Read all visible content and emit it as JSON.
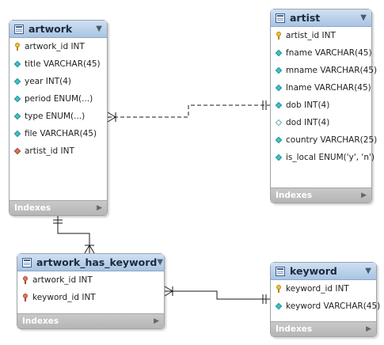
{
  "tables": {
    "artwork": {
      "name": "artwork",
      "columns": [
        {
          "label": "artwork_id INT",
          "icon": "primary-key-icon"
        },
        {
          "label": "title VARCHAR(45)",
          "icon": "not-null-column-icon"
        },
        {
          "label": "year INT(4)",
          "icon": "not-null-column-icon"
        },
        {
          "label": "period ENUM(...)",
          "icon": "not-null-column-icon"
        },
        {
          "label": "type ENUM(...)",
          "icon": "not-null-column-icon"
        },
        {
          "label": "file VARCHAR(45)",
          "icon": "not-null-column-icon"
        },
        {
          "label": "artist_id INT",
          "icon": "foreign-key-column-icon"
        }
      ],
      "footer": "Indexes"
    },
    "artist": {
      "name": "artist",
      "columns": [
        {
          "label": "artist_id INT",
          "icon": "primary-key-icon"
        },
        {
          "label": "fname VARCHAR(45)",
          "icon": "not-null-column-icon"
        },
        {
          "label": "mname VARCHAR(45)",
          "icon": "not-null-column-icon"
        },
        {
          "label": "lname VARCHAR(45)",
          "icon": "not-null-column-icon"
        },
        {
          "label": "dob INT(4)",
          "icon": "not-null-column-icon"
        },
        {
          "label": "dod INT(4)",
          "icon": "nullable-column-icon"
        },
        {
          "label": "country VARCHAR(25)",
          "icon": "not-null-column-icon"
        },
        {
          "label": "is_local ENUM('y', 'n')",
          "icon": "not-null-column-icon"
        }
      ],
      "footer": "Indexes"
    },
    "artwork_has_keyword": {
      "name": "artwork_has_keyword",
      "columns": [
        {
          "label": "artwork_id INT",
          "icon": "primary-foreign-key-icon"
        },
        {
          "label": "keyword_id INT",
          "icon": "primary-foreign-key-icon"
        }
      ],
      "footer": "Indexes"
    },
    "keyword": {
      "name": "keyword",
      "columns": [
        {
          "label": "keyword_id INT",
          "icon": "primary-key-icon"
        },
        {
          "label": "keyword VARCHAR(45)",
          "icon": "not-null-column-icon"
        }
      ],
      "footer": "Indexes"
    }
  },
  "relationships": [
    {
      "from": "artwork",
      "to": "artist",
      "from_end": "one-or-many",
      "to_end": "exactly-one",
      "style": "dashed"
    },
    {
      "from": "artwork",
      "to": "artwork_has_keyword",
      "from_end": "exactly-one",
      "to_end": "one-or-many",
      "style": "solid"
    },
    {
      "from": "artwork_has_keyword",
      "to": "keyword",
      "from_end": "one-or-many",
      "to_end": "exactly-one",
      "style": "solid"
    }
  ],
  "colors": {
    "header": "#b8cfea",
    "footer": "#bdbdbd",
    "border": "#9aa3ad",
    "line": "#1a1a1a"
  }
}
